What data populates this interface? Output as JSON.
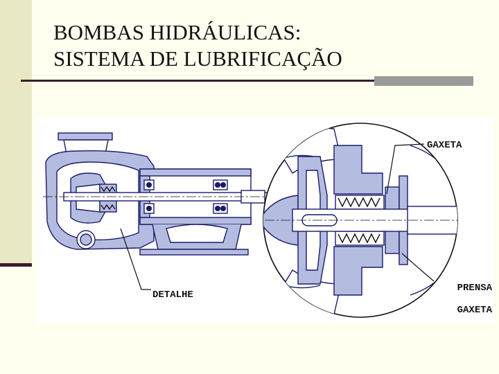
{
  "slide": {
    "title_line1": "BOMBAS HIDRÁULICAS:",
    "title_line2": "SISTEMA DE LUBRIFICAÇÃO"
  },
  "diagram": {
    "labels": {
      "detalhe": "DETALHE",
      "gaxeta": "GAXETA",
      "prensa_line1": "PRENSA",
      "prensa_line2": "GAXETA"
    },
    "colors": {
      "part_fill": "#b4bce0",
      "outline": "#1a1a6a",
      "leader": "#111111"
    }
  }
}
